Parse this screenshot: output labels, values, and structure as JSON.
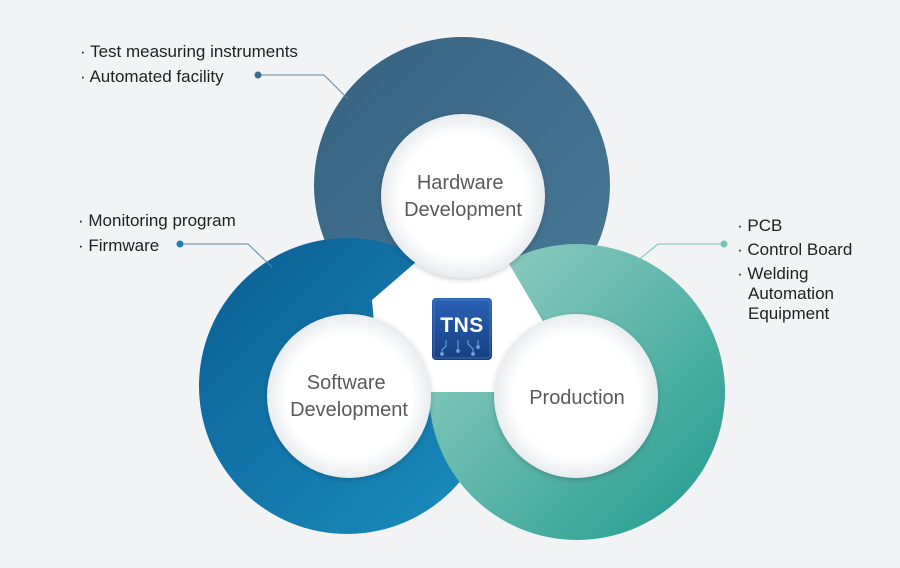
{
  "center_logo": {
    "text": "TNS"
  },
  "nodes": {
    "hardware": {
      "label_lines": [
        "Hardware",
        "Development"
      ],
      "notes": [
        "· Test measuring instruments",
        "· Automated facility"
      ],
      "color": "#3e6e8e"
    },
    "software": {
      "label_lines": [
        "Software",
        "Development"
      ],
      "notes": [
        "· Monitoring program",
        "· Firmware"
      ],
      "color": "#1a7fb3"
    },
    "production": {
      "label_lines": [
        "Production"
      ],
      "notes": [
        "· PCB",
        "· Control Board",
        "· Welding",
        "Automation",
        "Equipment"
      ],
      "color": "#3fa99d"
    }
  },
  "colors": {
    "background": "#f2f3f5",
    "logo_bg": "#1d4f9c",
    "connector": "#5b8aa6",
    "connector_production": "#77c2b6"
  }
}
